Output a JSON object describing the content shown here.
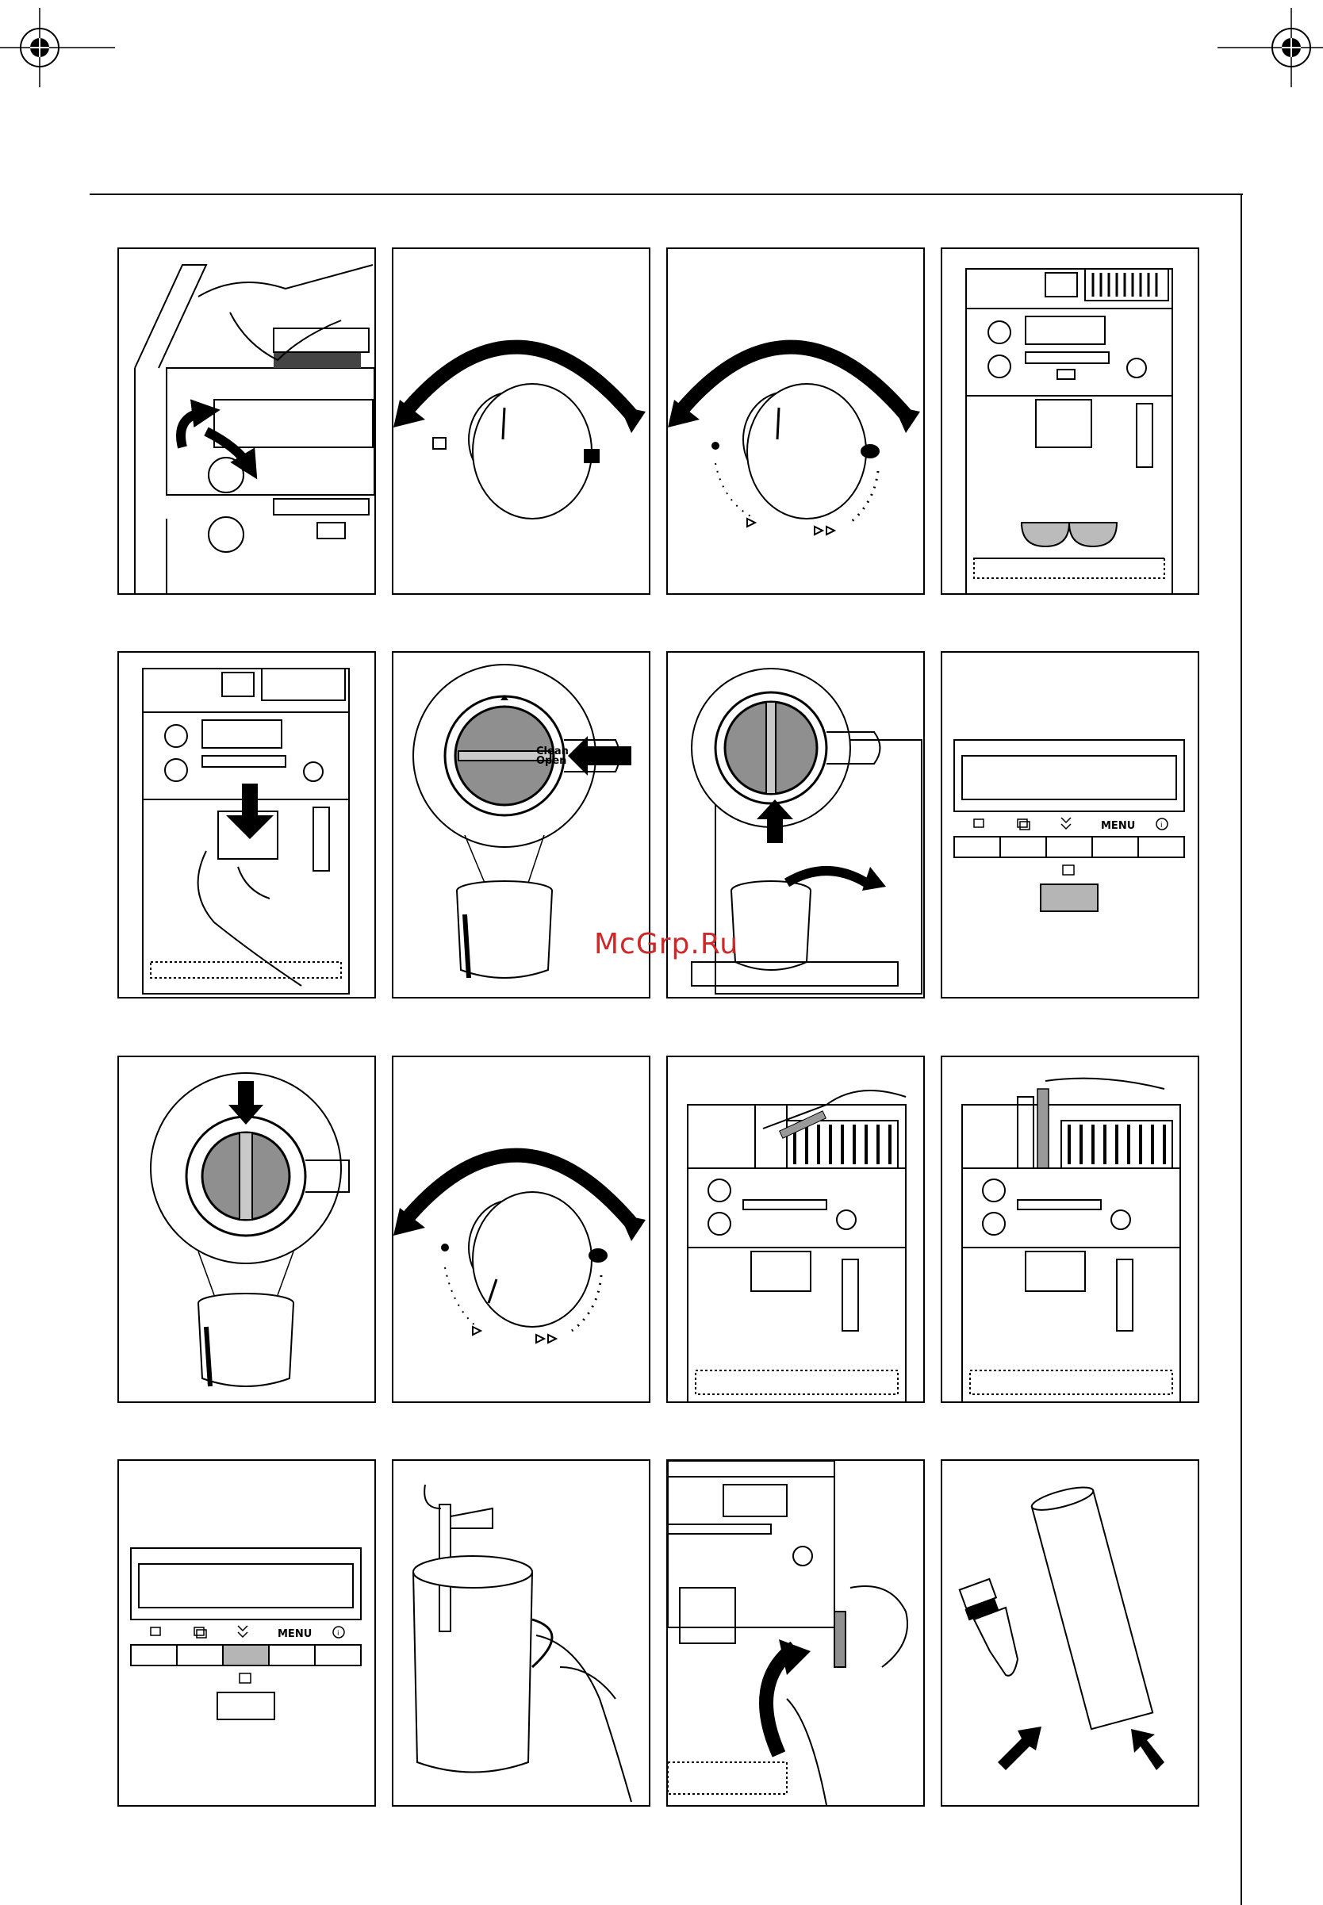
{
  "watermark": "McGrp.Ru",
  "control_panel": {
    "menu_label": "MENU",
    "info_symbol": "i",
    "icons": [
      "single-cup-icon",
      "double-cup-icon",
      "ground-coffee-icon",
      "menu",
      "info-icon"
    ]
  },
  "grinder_scale_labels": [
    "Clean",
    "Open"
  ],
  "panels": [
    {
      "row": 1,
      "col": 1,
      "scene": "open-bean-lid"
    },
    {
      "row": 1,
      "col": 2,
      "scene": "water-dial"
    },
    {
      "row": 1,
      "col": 3,
      "scene": "grind-dial"
    },
    {
      "row": 1,
      "col": 4,
      "scene": "machine-two-cups"
    },
    {
      "row": 2,
      "col": 1,
      "scene": "remove-brew-unit"
    },
    {
      "row": 2,
      "col": 2,
      "scene": "lock-ring-open"
    },
    {
      "row": 2,
      "col": 3,
      "scene": "remove-jug"
    },
    {
      "row": 2,
      "col": 4,
      "scene": "display-panel"
    },
    {
      "row": 3,
      "col": 1,
      "scene": "lock-ring-close"
    },
    {
      "row": 3,
      "col": 2,
      "scene": "grind-dial-fine"
    },
    {
      "row": 3,
      "col": 3,
      "scene": "clean-brush-left"
    },
    {
      "row": 3,
      "col": 4,
      "scene": "clean-brush-right"
    },
    {
      "row": 4,
      "col": 1,
      "scene": "display-ground-selected"
    },
    {
      "row": 4,
      "col": 2,
      "scene": "froth-milk"
    },
    {
      "row": 4,
      "col": 3,
      "scene": "rotate-nozzle"
    },
    {
      "row": 4,
      "col": 4,
      "scene": "nozzle-parts"
    }
  ],
  "colors": {
    "line": "#000000",
    "gray": "#8f8f8f",
    "light_gray": "#c9c9c9",
    "watermark": "#cc2a2a"
  }
}
